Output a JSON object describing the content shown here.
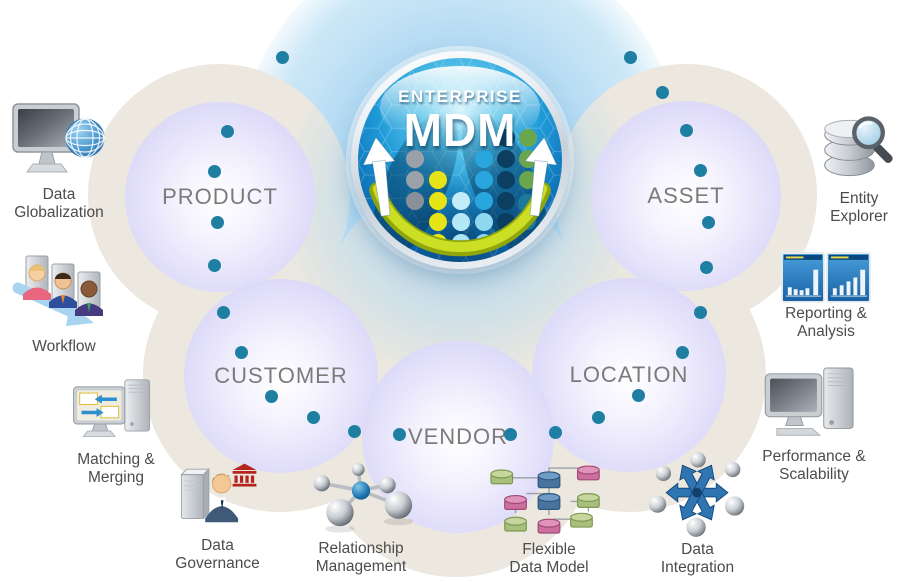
{
  "title": "Enterprise MDM",
  "center": {
    "top_label": "ENTERPRISE",
    "main_label": "MDM"
  },
  "domains": [
    {
      "id": "product",
      "label": "PRODUCT"
    },
    {
      "id": "asset",
      "label": "ASSET"
    },
    {
      "id": "customer",
      "label": "CUSTOMER"
    },
    {
      "id": "location",
      "label": "LOCATION"
    },
    {
      "id": "vendor",
      "label": "VENDOR"
    }
  ],
  "features": [
    {
      "id": "data-globalization",
      "label": "Data\nGlobalization",
      "icon": "monitor-globe-icon"
    },
    {
      "id": "workflow",
      "label": "Workflow",
      "icon": "people-arrow-icon"
    },
    {
      "id": "matching-merging",
      "label": "Matching &\nMerging",
      "icon": "monitor-merge-icon"
    },
    {
      "id": "data-governance",
      "label": "Data\nGovernance",
      "icon": "server-person-bank-icon"
    },
    {
      "id": "relationship-management",
      "label": "Relationship\nManagement",
      "icon": "node-network-icon"
    },
    {
      "id": "flexible-data-model",
      "label": "Flexible\nData Model",
      "icon": "entity-diagram-icon"
    },
    {
      "id": "data-integration",
      "label": "Data\nIntegration",
      "icon": "arrows-hub-icon"
    },
    {
      "id": "performance-scalability",
      "label": "Performance &\nScalability",
      "icon": "workstation-icon"
    },
    {
      "id": "reporting-analysis",
      "label": "Reporting &\nAnalysis",
      "icon": "bar-chart-screens-icon"
    },
    {
      "id": "entity-explorer",
      "label": "Entity\nExplorer",
      "icon": "database-magnifier-icon"
    }
  ],
  "colors": {
    "teal_dot": "#1f7fa2",
    "cloud_beige": "#ece8df",
    "domain_circle": "#d5d2f6",
    "halo_blue": "#b7dcf3",
    "sphere_blue": "#1f9ad8",
    "arc_green": "#ccdf25",
    "label_text": "#4c4c4c",
    "domain_text": "#7b7b7b"
  }
}
